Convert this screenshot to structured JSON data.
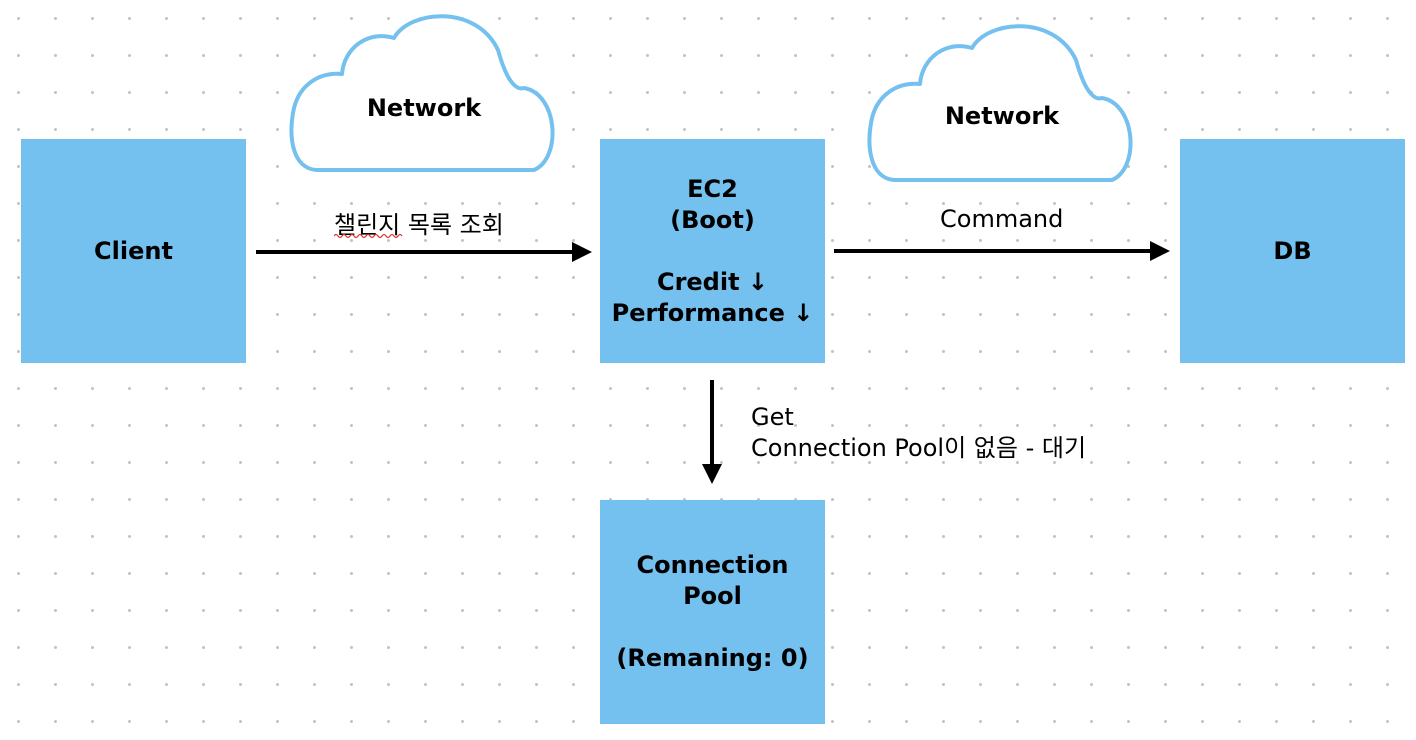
{
  "nodes": {
    "client": "Client",
    "ec2": {
      "title_line1": "EC2",
      "title_line2": "(Boot)",
      "credit": "Credit ↓",
      "performance": "Performance ↓"
    },
    "db": "DB",
    "pool": {
      "title_line1": "Connection",
      "title_line2": "Pool",
      "remaining": "(Remaning: 0)"
    }
  },
  "clouds": {
    "left": "Network",
    "right": "Network"
  },
  "edges": {
    "client_to_ec2": "챌린지 목록 조회",
    "ec2_to_db": "Command",
    "ec2_to_pool_line1": "Get",
    "ec2_to_pool_line2": "Connection Pool이 없음 - 대기"
  },
  "colors": {
    "box_fill": "#74c0ef",
    "cloud_stroke": "#74c0ef",
    "arrow": "#000000",
    "background_dots": "#c4c4c4"
  }
}
